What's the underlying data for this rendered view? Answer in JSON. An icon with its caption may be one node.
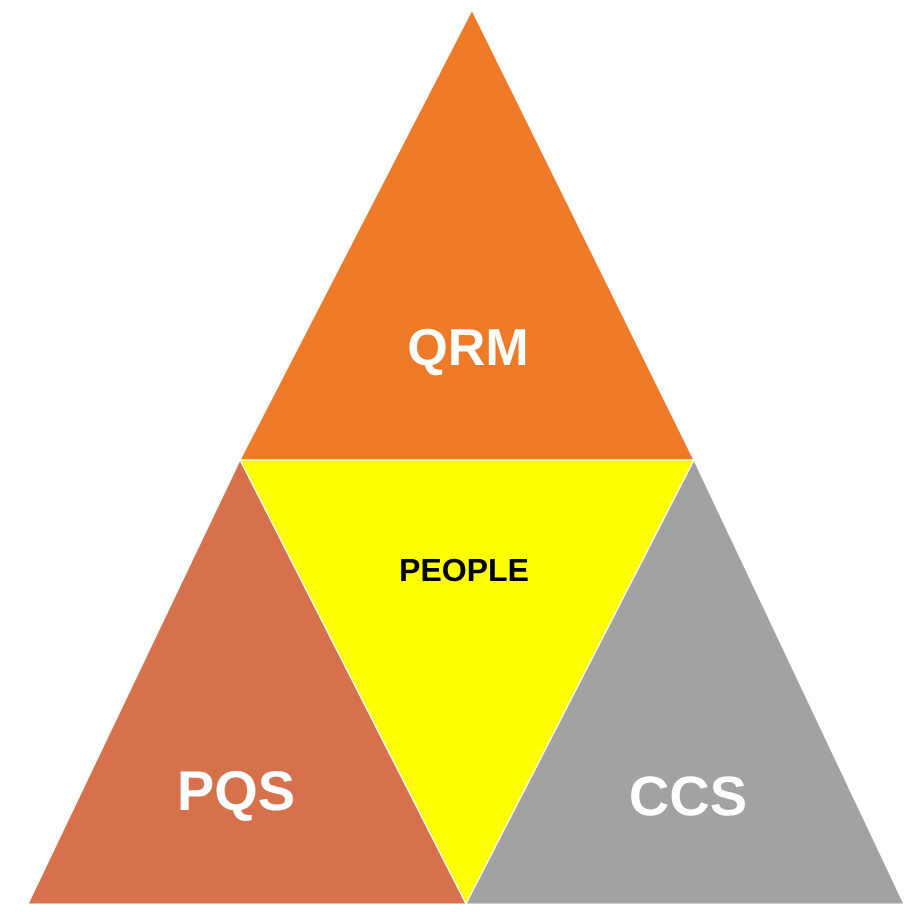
{
  "diagram": {
    "nodes": [
      {
        "text": [
          "QRM"
        ]
      },
      {
        "text": [
          "PEOPLE"
        ]
      },
      {
        "text": [
          "PQS"
        ]
      },
      {
        "text": [
          "CCS"
        ]
      }
    ]
  }
}
